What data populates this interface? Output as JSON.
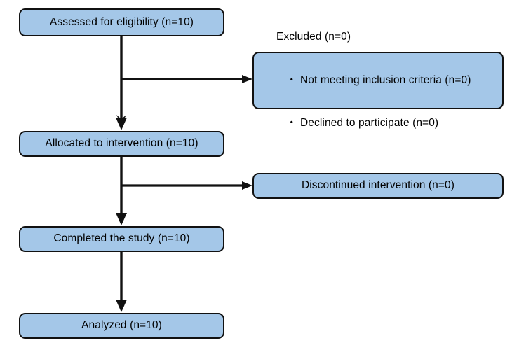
{
  "diagram": {
    "title": "CONSORT participant flow diagram",
    "colors": {
      "node_fill": "#a4c7e8",
      "node_stroke": "#111111",
      "edge_stroke": "#111111",
      "background": "#ffffff",
      "text": "#000000"
    },
    "nodes": {
      "assessed": {
        "label": "Assessed for eligibility (n=10)",
        "n": 10
      },
      "excluded": {
        "line1": "Excluded (n=0)",
        "line2": "・ Not meeting inclusion criteria (n=0)",
        "line3": "・ Declined to participate (n=0)",
        "n": 0
      },
      "allocated": {
        "label": "Allocated to intervention (n=10)",
        "n": 10
      },
      "discontinued": {
        "label": "Discontinued intervention (n=0)",
        "n": 0
      },
      "completed": {
        "label": "Completed the study (n=10)",
        "n": 10
      },
      "analyzed": {
        "label": "Analyzed (n=10)",
        "n": 10
      }
    },
    "edges": [
      {
        "name": "assessed-to-allocated",
        "type": "vertical-arrow"
      },
      {
        "name": "assessed-to-excluded",
        "type": "branch-arrow-right"
      },
      {
        "name": "allocated-to-completed",
        "type": "vertical-arrow"
      },
      {
        "name": "allocated-to-discontinued",
        "type": "branch-arrow-right"
      },
      {
        "name": "completed-to-analyzed",
        "type": "vertical-arrow"
      }
    ]
  }
}
